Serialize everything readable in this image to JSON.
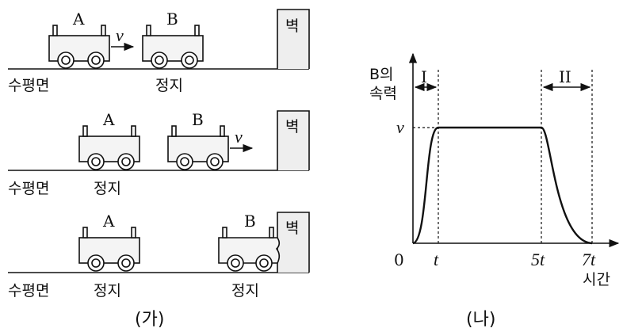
{
  "panel_ga": {
    "caption": "(가)",
    "wall_label": "벽",
    "ground_label": "수평면",
    "stopped_label": "정지",
    "cart_a_label": "A",
    "cart_b_label": "B",
    "velocity_label": "v"
  },
  "panel_na": {
    "caption": "(나)",
    "y_axis_label_line1": "B의",
    "y_axis_label_line2": "속력",
    "x_axis_label": "시간",
    "v_label": "v",
    "tick_0": "0",
    "tick_t": "t",
    "tick_5t": "5t",
    "tick_7t": "7t",
    "interval_1_label": "I",
    "interval_2_label": "II"
  }
}
